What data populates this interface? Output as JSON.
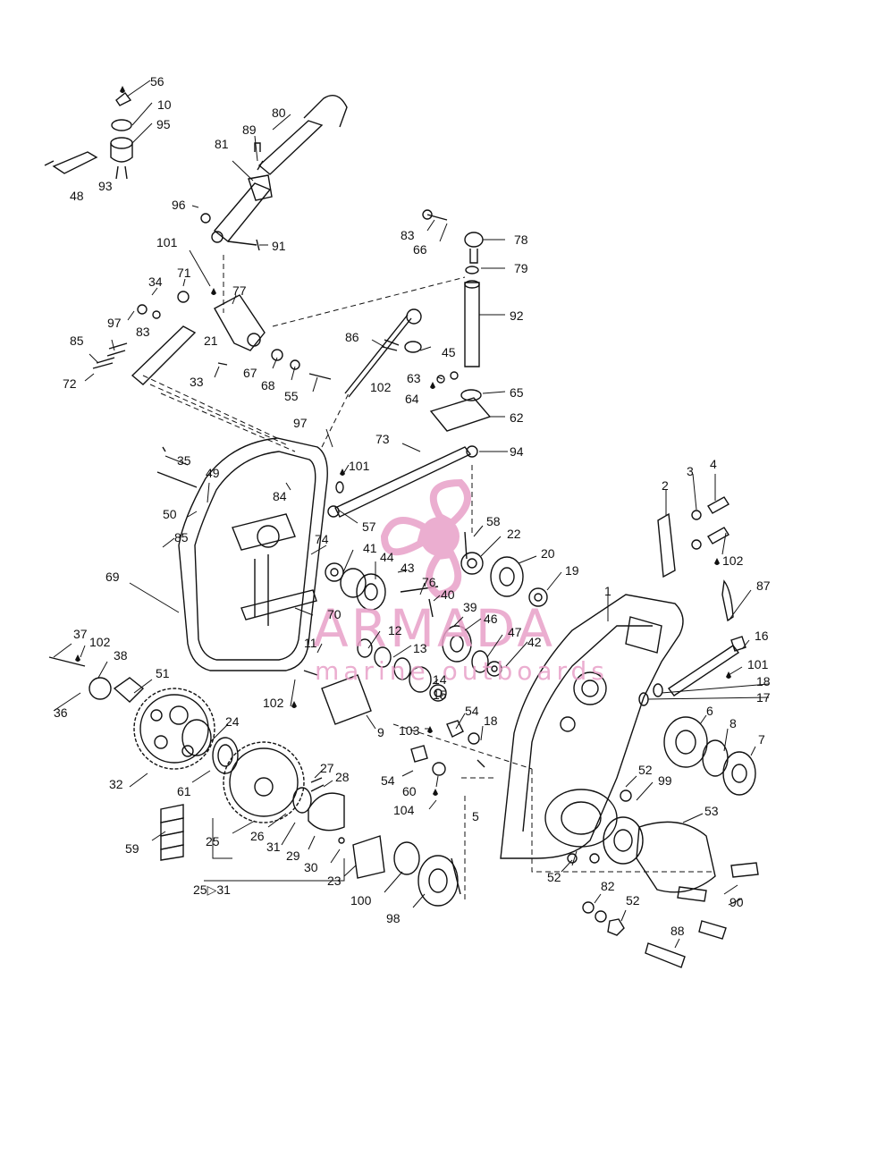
{
  "diagram": {
    "callouts": [
      {
        "id": "p56",
        "text": "56"
      },
      {
        "id": "p10",
        "text": "10"
      },
      {
        "id": "p95",
        "text": "95"
      },
      {
        "id": "p93",
        "text": "93"
      },
      {
        "id": "p48",
        "text": "48"
      },
      {
        "id": "p80",
        "text": "80"
      },
      {
        "id": "p89",
        "text": "89"
      },
      {
        "id": "p81",
        "text": "81"
      },
      {
        "id": "p96",
        "text": "96"
      },
      {
        "id": "p91",
        "text": "91"
      },
      {
        "id": "p101a",
        "text": "101"
      },
      {
        "id": "p34",
        "text": "34"
      },
      {
        "id": "p71",
        "text": "71"
      },
      {
        "id": "p77",
        "text": "77"
      },
      {
        "id": "p97a",
        "text": "97"
      },
      {
        "id": "p21",
        "text": "21"
      },
      {
        "id": "p85a",
        "text": "85"
      },
      {
        "id": "p83a",
        "text": "83"
      },
      {
        "id": "p72",
        "text": "72"
      },
      {
        "id": "p33",
        "text": "33"
      },
      {
        "id": "p67",
        "text": "67"
      },
      {
        "id": "p68",
        "text": "68"
      },
      {
        "id": "p55",
        "text": "55"
      },
      {
        "id": "p86",
        "text": "86"
      },
      {
        "id": "p45",
        "text": "45"
      },
      {
        "id": "p83b",
        "text": "83"
      },
      {
        "id": "p66",
        "text": "66"
      },
      {
        "id": "p78",
        "text": "78"
      },
      {
        "id": "p79",
        "text": "79"
      },
      {
        "id": "p92",
        "text": "92"
      },
      {
        "id": "p63",
        "text": "63"
      },
      {
        "id": "p102a",
        "text": "102"
      },
      {
        "id": "p64",
        "text": "64"
      },
      {
        "id": "p65",
        "text": "65"
      },
      {
        "id": "p62",
        "text": "62"
      },
      {
        "id": "p94",
        "text": "94"
      },
      {
        "id": "p97b",
        "text": "97"
      },
      {
        "id": "p73",
        "text": "73"
      },
      {
        "id": "p101b",
        "text": "101"
      },
      {
        "id": "p35",
        "text": "35"
      },
      {
        "id": "p49",
        "text": "49"
      },
      {
        "id": "p84",
        "text": "84"
      },
      {
        "id": "p57",
        "text": "57"
      },
      {
        "id": "p50",
        "text": "50"
      },
      {
        "id": "p85b",
        "text": "85"
      },
      {
        "id": "p74",
        "text": "74"
      },
      {
        "id": "p41",
        "text": "41"
      },
      {
        "id": "p58",
        "text": "58"
      },
      {
        "id": "p22",
        "text": "22"
      },
      {
        "id": "p2",
        "text": "2"
      },
      {
        "id": "p3",
        "text": "3"
      },
      {
        "id": "p4",
        "text": "4"
      },
      {
        "id": "p102b",
        "text": "102"
      },
      {
        "id": "p44",
        "text": "44"
      },
      {
        "id": "p43",
        "text": "43"
      },
      {
        "id": "p20",
        "text": "20"
      },
      {
        "id": "p19",
        "text": "19"
      },
      {
        "id": "p69",
        "text": "69"
      },
      {
        "id": "p76",
        "text": "76"
      },
      {
        "id": "p40",
        "text": "40"
      },
      {
        "id": "p87",
        "text": "87"
      },
      {
        "id": "p1",
        "text": "1"
      },
      {
        "id": "p70",
        "text": "70"
      },
      {
        "id": "p39",
        "text": "39"
      },
      {
        "id": "p46",
        "text": "46"
      },
      {
        "id": "p11",
        "text": "11"
      },
      {
        "id": "p12",
        "text": "12"
      },
      {
        "id": "p13",
        "text": "13"
      },
      {
        "id": "p47",
        "text": "47"
      },
      {
        "id": "p42",
        "text": "42"
      },
      {
        "id": "p16",
        "text": "16"
      },
      {
        "id": "p37",
        "text": "37"
      },
      {
        "id": "p102c",
        "text": "102"
      },
      {
        "id": "p38",
        "text": "38"
      },
      {
        "id": "p101c",
        "text": "101"
      },
      {
        "id": "p18a",
        "text": "18"
      },
      {
        "id": "p17",
        "text": "17"
      },
      {
        "id": "p14",
        "text": "14"
      },
      {
        "id": "p15",
        "text": "15"
      },
      {
        "id": "p102d",
        "text": "102"
      },
      {
        "id": "p51",
        "text": "51"
      },
      {
        "id": "p36",
        "text": "36"
      },
      {
        "id": "p24",
        "text": "24"
      },
      {
        "id": "p9",
        "text": "9"
      },
      {
        "id": "p103",
        "text": "103"
      },
      {
        "id": "p54a",
        "text": "54"
      },
      {
        "id": "p18b",
        "text": "18"
      },
      {
        "id": "p6",
        "text": "6"
      },
      {
        "id": "p8",
        "text": "8"
      },
      {
        "id": "p7",
        "text": "7"
      },
      {
        "id": "p32",
        "text": "32"
      },
      {
        "id": "p61",
        "text": "61"
      },
      {
        "id": "p27",
        "text": "27"
      },
      {
        "id": "p28",
        "text": "28"
      },
      {
        "id": "p54b",
        "text": "54"
      },
      {
        "id": "p60",
        "text": "60"
      },
      {
        "id": "p52a",
        "text": "52"
      },
      {
        "id": "p99",
        "text": "99"
      },
      {
        "id": "p104",
        "text": "104"
      },
      {
        "id": "p5",
        "text": "5"
      },
      {
        "id": "p53",
        "text": "53"
      },
      {
        "id": "p59",
        "text": "59"
      },
      {
        "id": "p25",
        "text": "25"
      },
      {
        "id": "p26",
        "text": "26"
      },
      {
        "id": "p31",
        "text": "31"
      },
      {
        "id": "p29",
        "text": "29"
      },
      {
        "id": "p30",
        "text": "30"
      },
      {
        "id": "p23",
        "text": "23"
      },
      {
        "id": "p52b",
        "text": "52"
      },
      {
        "id": "p82",
        "text": "82"
      },
      {
        "id": "p90",
        "text": "90"
      },
      {
        "id": "p100",
        "text": "100"
      },
      {
        "id": "p2531",
        "text": "25▷31"
      },
      {
        "id": "p98",
        "text": "98"
      },
      {
        "id": "p52c",
        "text": "52"
      },
      {
        "id": "p88",
        "text": "88"
      }
    ]
  },
  "watermark": {
    "brand": "ARMADA",
    "tagline": "marine outboards",
    "color": "#e8a0c8"
  }
}
